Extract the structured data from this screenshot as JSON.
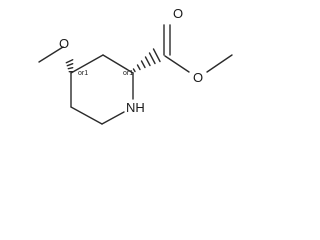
{
  "molecule": {
    "atoms": {
      "ring_nitrogen": "NH",
      "methoxy_oxygen": "O",
      "ester_carbonyl_oxygen": "O",
      "ester_ether_oxygen": "O"
    },
    "stereo_labels": {
      "c4": "or1",
      "c2": "or1"
    },
    "colors": {
      "bond": "#2b2b2b",
      "text": "#1a1a1a",
      "background": "#ffffff"
    }
  }
}
